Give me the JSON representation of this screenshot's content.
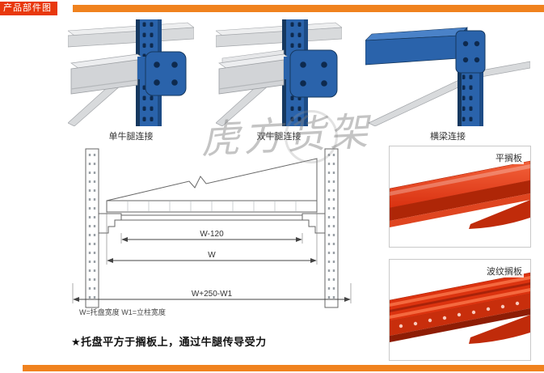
{
  "header": {
    "title": "产品部件图"
  },
  "connections": [
    {
      "label": "单牛腿连接"
    },
    {
      "label": "双牛腿连接"
    },
    {
      "label": "横梁连接"
    }
  ],
  "watermark": {
    "text": "虎方货架"
  },
  "diagram": {
    "dim_inner": "W-120",
    "dim_mid": "W",
    "dim_outer": "W+250-W1",
    "legend": "W=托盘宽度  W1=立柱宽度"
  },
  "products": [
    {
      "label": "平搁板"
    },
    {
      "label": "波纹搁板"
    }
  ],
  "note": "★托盘平方于搁板上，通过牛腿传导受力",
  "colors": {
    "accent_orange": "#F0821E",
    "tag_red": "#E8380D",
    "rack_blue": "#2A63AB",
    "rack_blue_dark": "#16385F",
    "beam_gray": "#D2D4D7",
    "shelf_red": "#DC330F",
    "diagram_line": "#666666"
  }
}
